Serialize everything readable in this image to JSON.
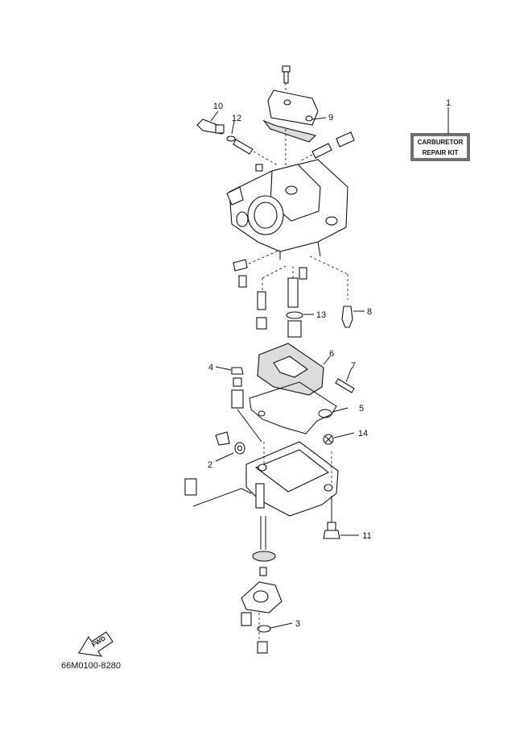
{
  "callouts": {
    "p1": "1",
    "p2": "2",
    "p3": "3",
    "p4": "4",
    "p5": "5",
    "p6": "6",
    "p7": "7",
    "p8": "8",
    "p9": "9",
    "p10": "10",
    "p11": "11",
    "p12": "12",
    "p13": "13",
    "p14": "14"
  },
  "repair_kit": {
    "line1": "CARBURETOR",
    "line2": "REPAIR  KIT"
  },
  "fwd_label": "FWD",
  "document_code": "66M0100-8280"
}
